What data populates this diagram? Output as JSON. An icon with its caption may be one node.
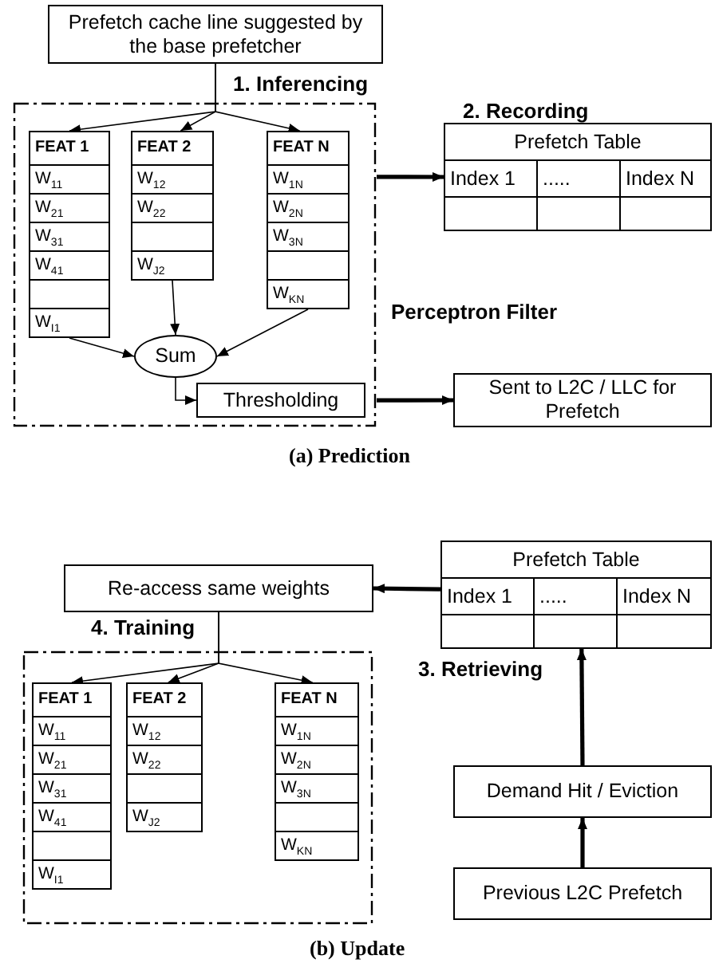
{
  "diagram": {
    "nodes": [
      {
        "text": [
          "Prefetch cache line suggested by the base prefetcher"
        ]
      },
      {
        "text": [
          "Perceptron Filter"
        ]
      },
      {
        "text": [
          "FEAT 1",
          "W$_{11}$",
          "W$_{21}$",
          "W$_{31}$",
          "W$_{41}$",
          "W$_{I1}$"
        ],
        "in": 1
      },
      {
        "text": [
          "FEAT 2",
          "W$_{12}$",
          "W$_{22}$",
          "W$_{J2}$"
        ],
        "in": 1
      },
      {
        "text": [
          "FEAT N",
          "W$_{1N}$",
          "W$_{2N}$",
          "W$_{3N}$",
          "W$_{KN}$"
        ],
        "in": 1
      },
      {
        "text": [
          "Sum"
        ],
        "in": 1
      },
      {
        "text": [
          "Thresholding"
        ],
        "in": 1
      },
      {
        "text": [
          "Prefetch Table",
          "Index 1",
          ".....",
          "Index N"
        ]
      },
      {
        "text": [
          "Sent to L2C / LLC for Prefetch"
        ]
      },
      {
        "text": [
          "Prefetch Table",
          "Index 1",
          ".....",
          "Index N"
        ]
      },
      {
        "text": [
          "Re-access same weights"
        ]
      },
      {
        "text": [],
        "shape": "box"
      },
      {
        "text": [
          "FEAT 1",
          "W$_{11}$",
          "W$_{21}$",
          "W$_{31}$",
          "W$_{41}$",
          "W$_{I1}$"
        ],
        "in": 11
      },
      {
        "text": [
          "FEAT 2",
          "W$_{12}$",
          "W$_{22}$",
          "W$_{J2}$"
        ],
        "in": 11
      },
      {
        "text": [
          "FEAT N",
          "W$_{1N}$",
          "W$_{2N}$",
          "W$_{3N}$",
          "W$_{KN}$"
        ],
        "in": 11
      },
      {
        "text": [
          "Demand Hit / Eviction"
        ]
      },
      {
        "text": [
          "Previous L2C Prefetch"
        ]
      }
    ],
    "edges": [
      {
        "from": 0,
        "to": 2,
        "arrow": "to"
      },
      {
        "from": 0,
        "to": 3,
        "arrow": "to"
      },
      {
        "from": 0,
        "to": 4,
        "arrow": "to"
      },
      {
        "from": 2,
        "to": 5,
        "arrow": "to"
      },
      {
        "from": 3,
        "to": 5,
        "arrow": "to"
      },
      {
        "from": 4,
        "to": 5,
        "arrow": "to"
      },
      {
        "from": 5,
        "to": 6,
        "arrow": "to"
      },
      {
        "from": 1,
        "to": 7,
        "arrow": "to",
        "style": "thick"
      },
      {
        "from": 1,
        "to": 8,
        "arrow": "to",
        "style": "thick"
      },
      {
        "from": 9,
        "to": 10,
        "arrow": "to",
        "style": "thick"
      },
      {
        "from": 10,
        "to": 12,
        "arrow": "to"
      },
      {
        "from": 10,
        "to": 13,
        "arrow": "to"
      },
      {
        "from": 10,
        "to": 14,
        "arrow": "to"
      },
      {
        "from": 15,
        "to": 9,
        "arrow": "to",
        "style": "thick"
      },
      {
        "from": 16,
        "to": 15,
        "arrow": "to",
        "style": "thick"
      }
    ],
    "labels": [
      "1. Inferencing",
      "2. Recording",
      "(a) Prediction",
      "3. Retrieving",
      "4. Training",
      "(b) Update"
    ]
  }
}
